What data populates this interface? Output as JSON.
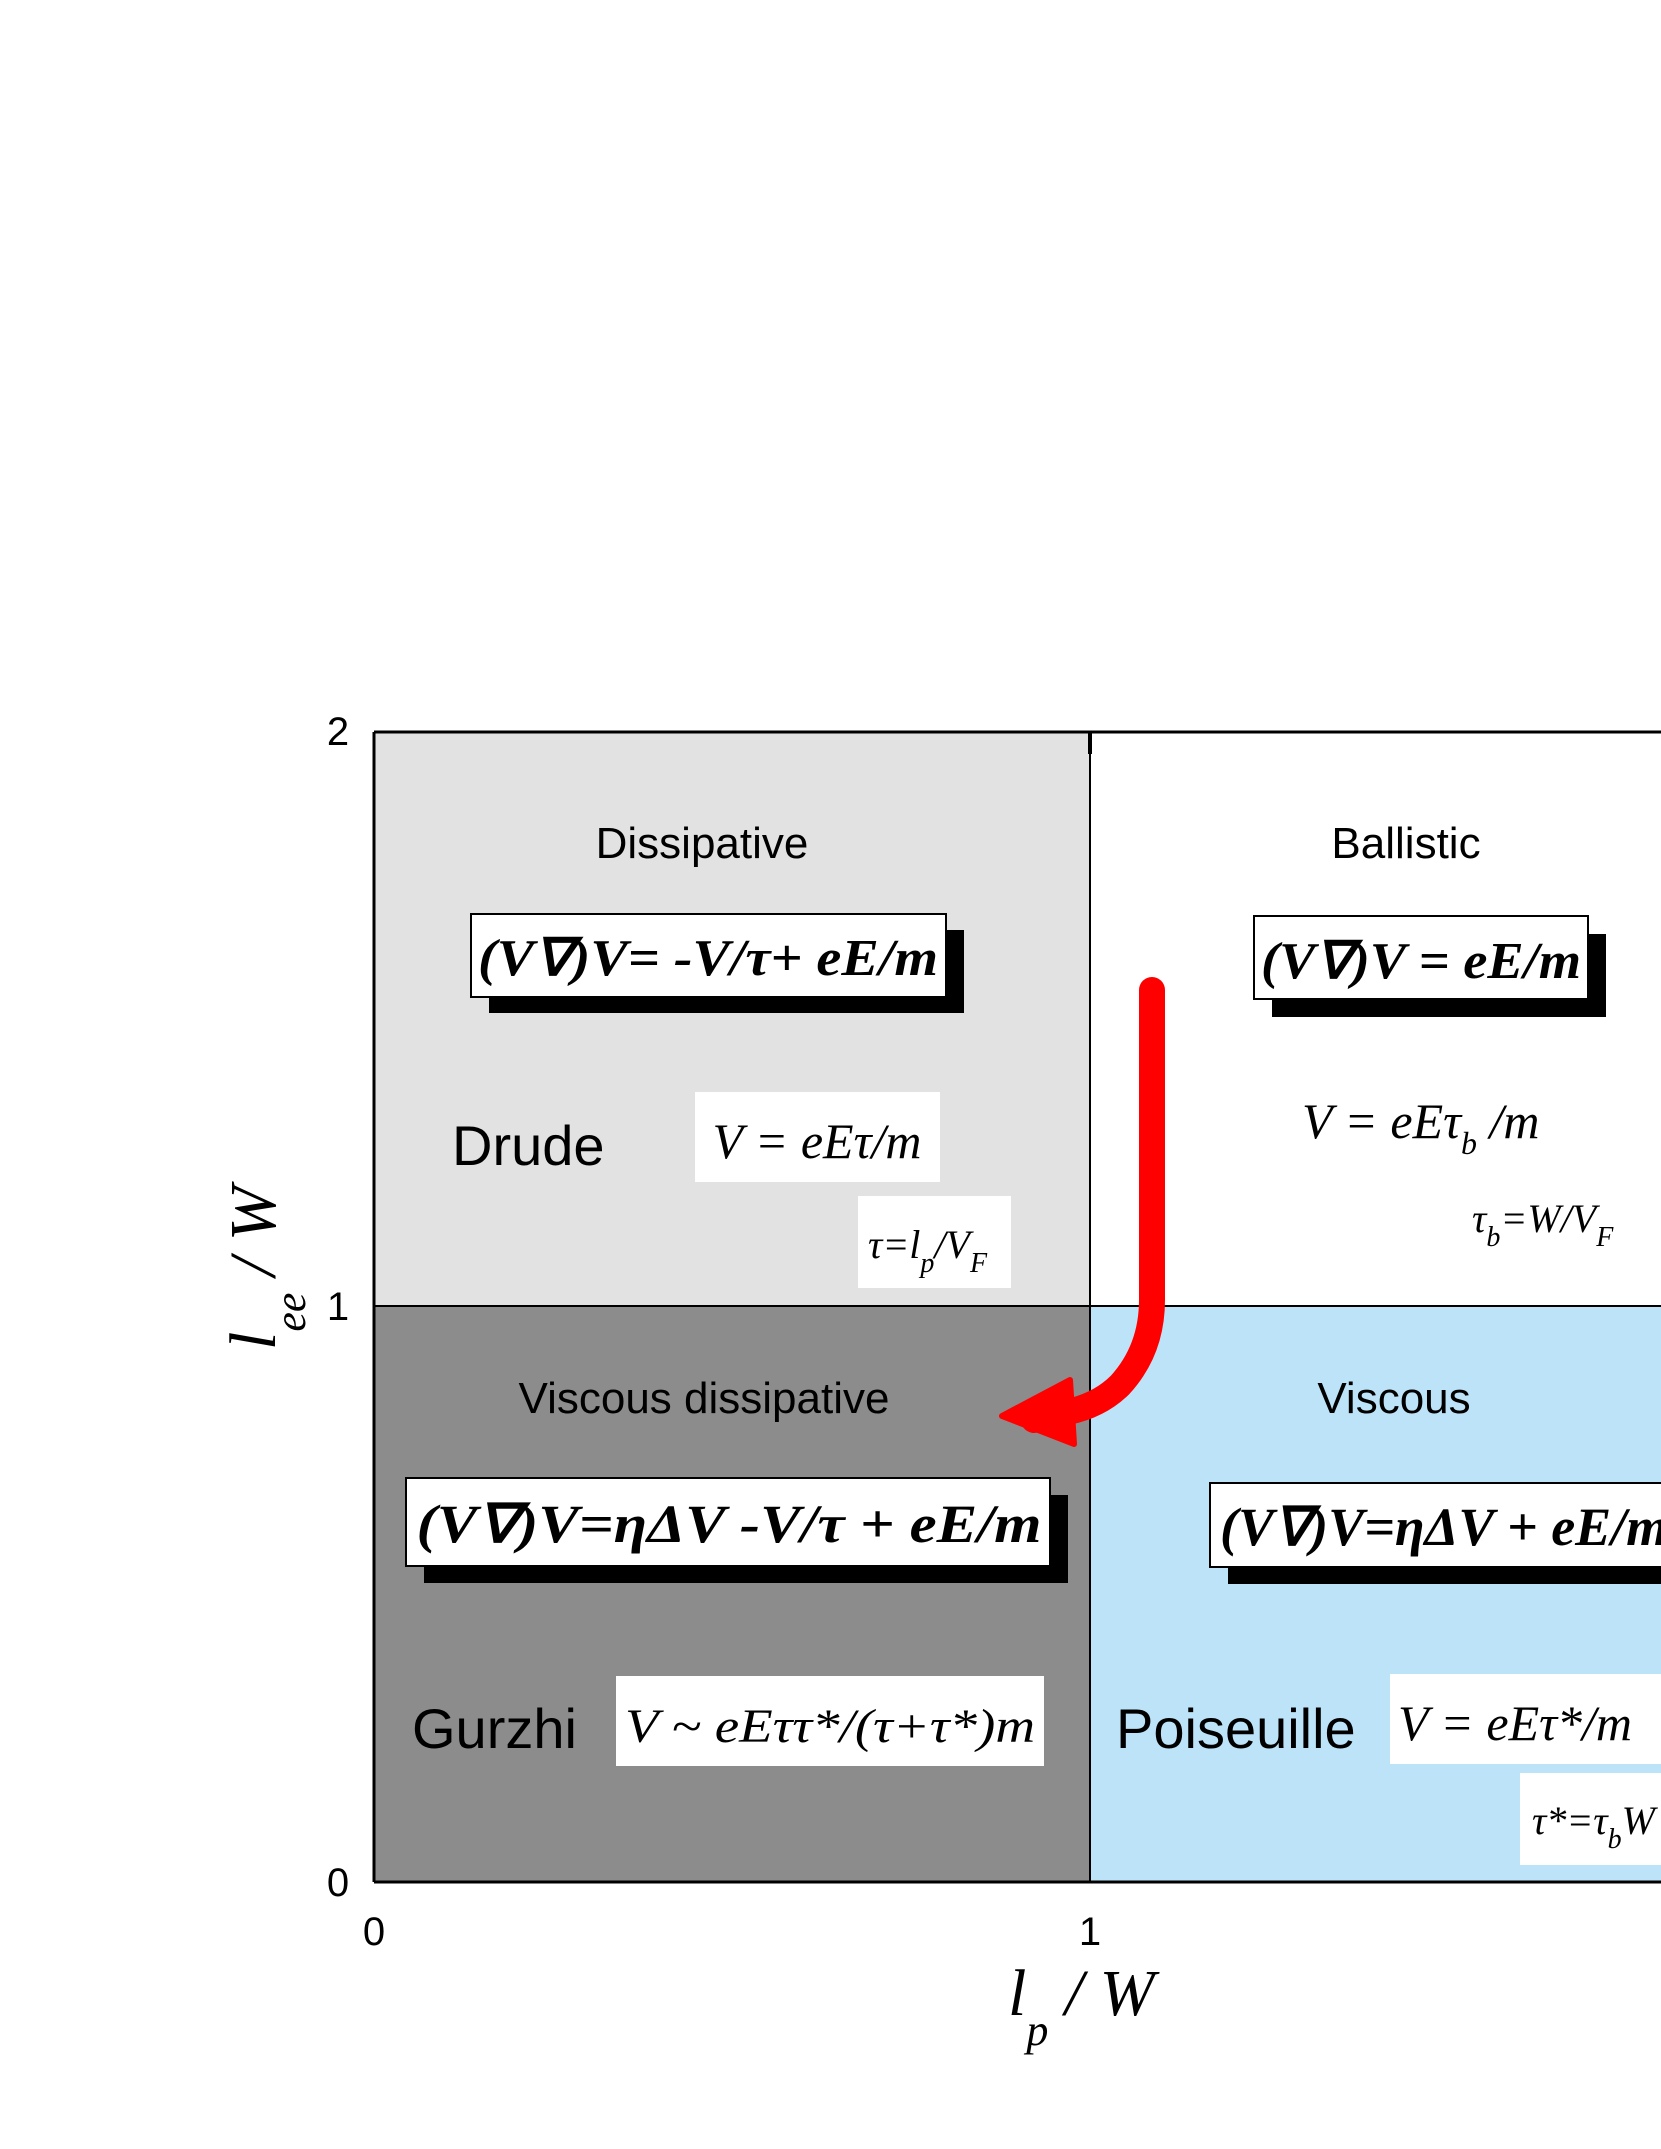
{
  "axes": {
    "x_label": {
      "main": "l",
      "sub": "p",
      "rest": " / W"
    },
    "y_label": {
      "main": "l",
      "sub": "ee",
      "rest": " / W"
    },
    "x_ticks": [
      "0",
      "1"
    ],
    "y_ticks": [
      "0",
      "1",
      "2"
    ]
  },
  "regions": {
    "dissipative": {
      "title": "Dissipative",
      "name": "Drude",
      "fill": "#e2e2e2",
      "equation_box": "(V∇)V= -V/τ+ eE/m",
      "formula": "V = eEτ/m",
      "definition": {
        "a": "τ=l",
        "a_sub": "p",
        "b": "/V",
        "b_sub": "F"
      }
    },
    "ballistic": {
      "title": "Ballistic",
      "fill": "#ffffff",
      "equation_box": "(V∇)V = eE/m",
      "formula": {
        "a": "V = eEτ",
        "a_sub": "b",
        "b": " /m"
      },
      "definition": {
        "a": "τ",
        "a_sub": "b",
        "b": "=W/V",
        "b_sub": "F"
      }
    },
    "viscous_dissipative": {
      "title": "Viscous dissipative",
      "name": "Gurzhi",
      "fill": "#8c8c8c",
      "equation_box": "(V∇)V=ηΔV -V/τ + eE/m",
      "formula": "V ~ eEττ*/(τ+τ*)m"
    },
    "viscous": {
      "title": "Viscous",
      "name": "Poiseuille",
      "fill": "#bce3f8",
      "equation_box": "(V∇)V=ηΔV + eE/m",
      "formula": "V = eEτ*/m",
      "definition": {
        "a": "τ*=τ",
        "a_sub": "b",
        "b": "W"
      }
    }
  },
  "arrow": {
    "color": "#ff0000"
  }
}
